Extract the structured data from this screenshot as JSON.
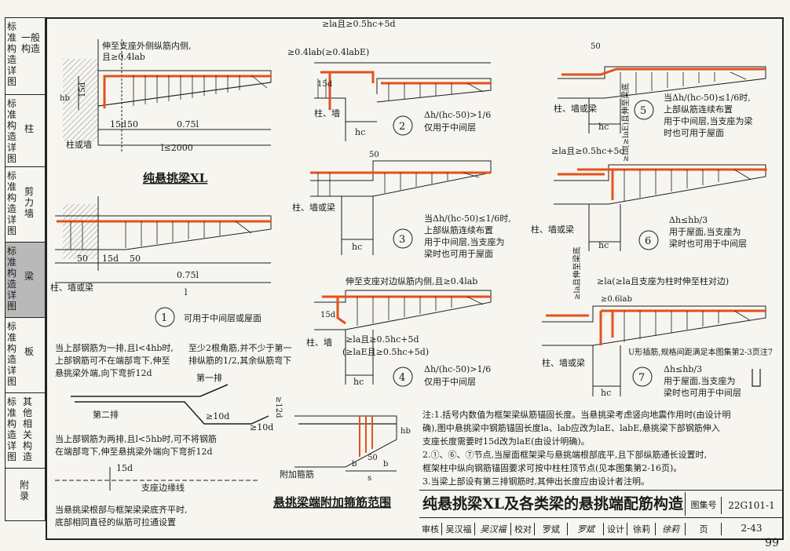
{
  "sidebar": {
    "tabs": [
      {
        "std": "标准构造详图",
        "sub": "一般构造",
        "active": false
      },
      {
        "std": "标准构造详图",
        "sub": "柱",
        "active": false
      },
      {
        "std": "标准构造详图",
        "sub": "剪力墙",
        "active": false
      },
      {
        "std": "标准构造详图",
        "sub": "梁",
        "active": true
      },
      {
        "std": "标准构造详图",
        "sub": "板",
        "active": false
      },
      {
        "std": "标准构造详图",
        "sub": "其他相关构造",
        "active": false
      },
      {
        "std": "",
        "sub": "附录",
        "active": false
      }
    ]
  },
  "diagram": {
    "title_left": "纯悬挑梁XL",
    "title_bottom": "悬挑梁端附加箍筋范围",
    "d_top_note1": "伸至支座外侧纵筋内侧,",
    "d_top_note2": "且≥0.4lab",
    "lab15d": "15d",
    "dim_15d": "15d",
    "dim_50": "50",
    "dim_075l": "0.75l",
    "dim_l2000": "l≤2000",
    "col_wall": "柱或墙",
    "hb": "hb",
    "d1_labels": [
      "50",
      "15d",
      "50",
      "0.75l",
      "l"
    ],
    "d1_support": "柱、墙或梁",
    "d1_num": "1",
    "d1_note": "可用于中间层或屋面",
    "d2_top": "≥la且≥0.5hc+5d",
    "d2_left": "≥0.4lab(≥0.4labE)",
    "d2_15d": "15d",
    "d2_support": "柱、墙",
    "d2_hc": "hc",
    "d2_num": "2",
    "d2_note1": "Δh/(hc-50)>1/6",
    "d2_note2": "仅用于中间层",
    "d3_50": "50",
    "d3_support": "柱、墙或梁",
    "d3_hc": "hc",
    "d3_num": "3",
    "d3_note": [
      "当Δh/(hc-50)≤1/6时,",
      "上部纵筋连续布置",
      "用于中间层,当支座为",
      "梁时也可用于屋面"
    ],
    "d4_top": "伸至支座对边纵筋内侧,且≥0.4lab",
    "d4_15d": "15d",
    "d4_dim1": "≥la且≥0.5hc+5d",
    "d4_dim2": "(≥laE且≥0.5hc+5d)",
    "d4_support": "柱、墙",
    "d4_hc": "hc",
    "d4_num": "4",
    "d4_note1": "Δh/(hc-50)>1/6",
    "d4_note2": "仅用于中间层",
    "d5_50": "50",
    "d5_support": "柱、墙或梁",
    "d5_hc": "hc",
    "d5_num": "5",
    "d5_note": [
      "当Δh/(hc-50)≤1/6时,",
      "上部纵筋连续布置",
      "用于中间层,当支座为梁",
      "时也可用于屋面"
    ],
    "d6_top": "≥la且≥0.5hc+5d",
    "d6_side": "≥la(≥laE)且伸至梁底",
    "d6_support": "柱、墙或梁",
    "d6_hc": "hc",
    "d6_num": "6",
    "d6_note": [
      "Δh≤hb/3",
      "用于屋面,当支座为",
      "梁时也可用于中间层"
    ],
    "d7_top": "≥la(≥la且支座为柱时伸至柱对边)",
    "d7_side": "≥la且伸至梁底",
    "d7_06": "≥0.6lab",
    "d7_support": "柱、墙或梁",
    "d7_hc": "hc",
    "d7_num": "7",
    "d7_ubar": "U形插筋,规格间距满足本图集第2-3页注7",
    "d7_note": [
      "Δh≤hb/3",
      "用于屋面,当支座为",
      "梁时也可用于中间层"
    ],
    "mid_note1": [
      "当上部钢筋为一排,且l<4hb时,",
      "上部钢筋可不在端部弯下,伸至",
      "悬挑梁外端,向下弯折12d"
    ],
    "mid_note2": [
      "至少2根角筋,并不少于第一",
      "排纵筋的1/2,其余纵筋弯下"
    ],
    "mid_first": "第一排",
    "mid_second": "第二排",
    "mid_12d": "≥12d",
    "mid_10d_a": "≥10d",
    "mid_10d_b": "≥10d",
    "mid_note3": [
      "当上部钢筋为两排,且l<5hb时,可不将钢筋",
      "在端部弯下,伸至悬挑梁外端向下弯折12d"
    ],
    "bot_15d": "15d",
    "bot_edge": "支座边缘线",
    "bot_note": [
      "当悬挑梁根部与框架梁梁底齐平时,",
      "底部相同直径的纵筋可拉通设置"
    ],
    "stir_label": "附加箍筋",
    "stir_dims": [
      "b",
      "50",
      "b",
      "s",
      "hb"
    ]
  },
  "notes": [
    "注:1.括号内数值为框架梁纵筋锚固长度。当悬挑梁考虑竖向地震作用时(由设计明",
    "    确),图中悬挑梁中钢筋锚固长度la、lab应改为laE、labE,悬挑梁下部钢筋伸入",
    "    支座长度需要时15d改为laE(由设计明确)。",
    "  2.①、⑥、⑦节点,当屋面框架梁与悬挑端根部底平,且下部纵筋通长设置时,",
    "    框架柱中纵向钢筋锚固要求可按中柱柱顶节点(见本图集第2-16页)。",
    "  3.当梁上部设有第三排钢筋时,其伸出长度应由设计者注明。"
  ],
  "titleblock": {
    "title": "纯悬挑梁XL及各类梁的悬挑端配筋构造",
    "atlas_label": "图集号",
    "atlas_no": "22G101-1",
    "page_label": "页",
    "page_no": "2-43",
    "review_label": "审核",
    "reviewer": "吴汉福",
    "reviewer_sig": "吴汉福",
    "check_label": "校对",
    "checker": "罗斌",
    "checker_sig": "罗斌",
    "design_label": "设计",
    "designer": "徐莉",
    "designer_sig": "徐莉"
  },
  "page_number": "99",
  "colors": {
    "rebar": "#e2521c",
    "line": "#1f1f1f",
    "paper": "#f6f5f0",
    "active_tab": "#b9b9b9"
  }
}
